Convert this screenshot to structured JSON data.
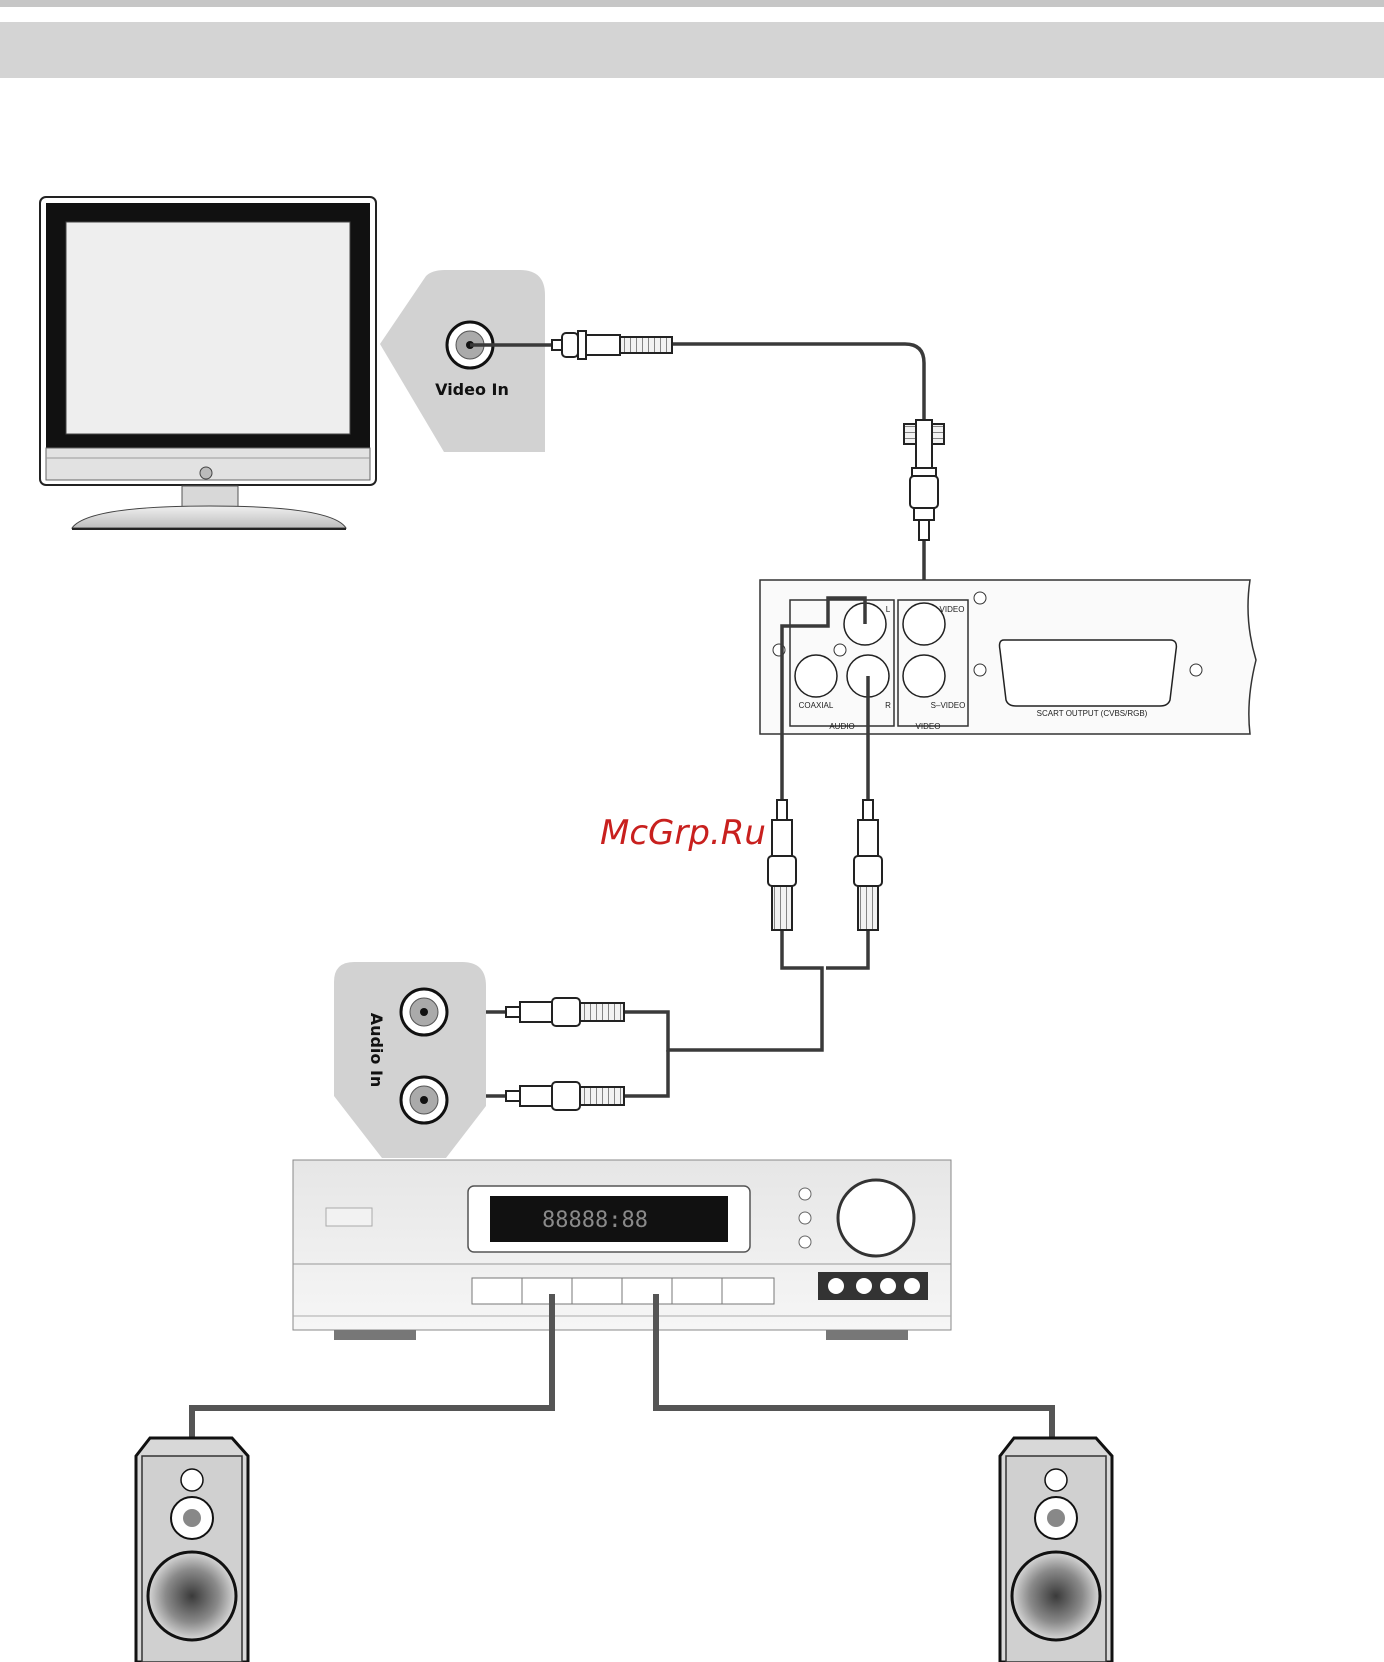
{
  "diagram": {
    "tv_port_label": "Video In",
    "amp_port_label": "Audio In",
    "dvd_panel": {
      "label_L": "L",
      "label_R": "R",
      "label_coaxial": "COAXIAL",
      "label_audio": "AUDIO",
      "label_video_top": "VIDEO",
      "label_svideo": "S–VIDEO",
      "label_video_group": "VIDEO",
      "label_scart": "SCART OUTPUT (CVBS/RGB)"
    },
    "amp_display": "88888:88",
    "watermark": "McGrp.Ru"
  },
  "colors": {
    "header_band": "#d4d4d4",
    "top_rule": "#c6c6c6",
    "callout_bg": "#d2d2d2",
    "cable": "#3a3a3a",
    "speaker_wire": "#555555",
    "watermark": "#c8201e"
  }
}
